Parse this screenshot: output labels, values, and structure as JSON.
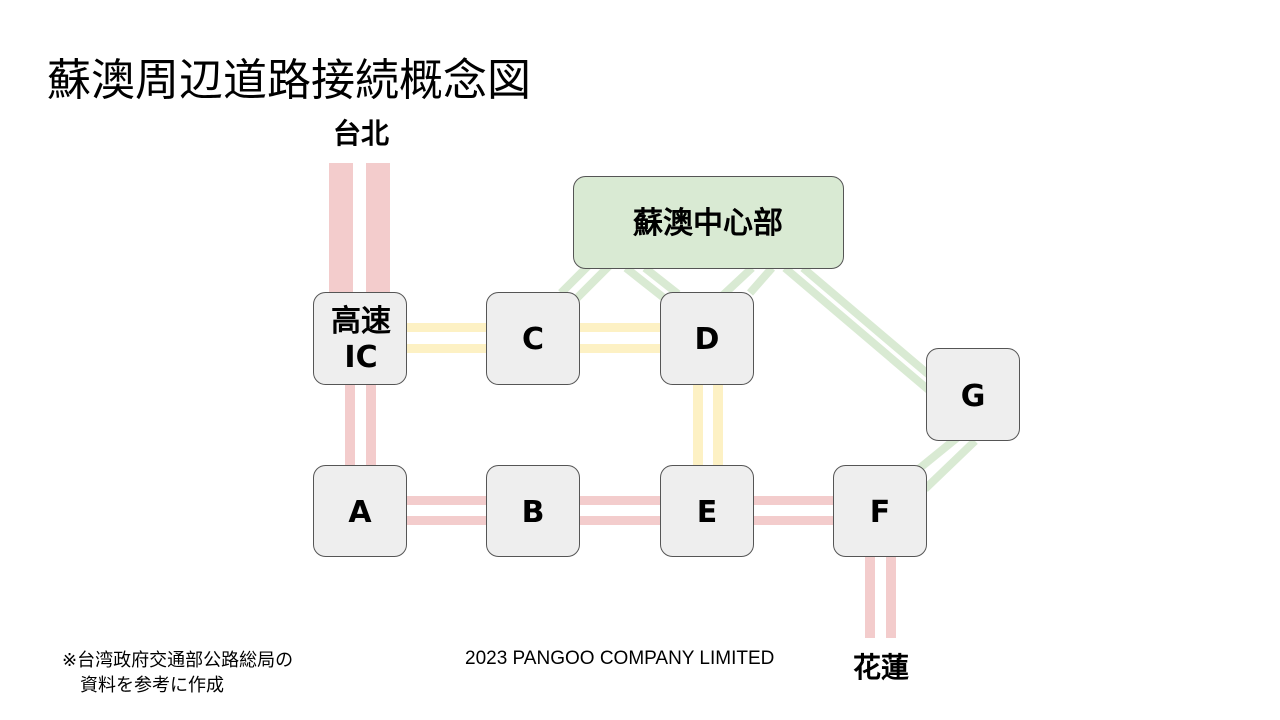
{
  "title": "蘇澳周辺道路接続概念図",
  "colors": {
    "route_red": "#f3cccc",
    "route_yellow": "#fdf1c4",
    "route_green": "#d9ead3",
    "node_fill": "#eeeeee",
    "node_stroke": "#555555",
    "center_fill": "#d9ead3"
  },
  "endpoints": {
    "north": "台北",
    "south": "花蓮"
  },
  "center": {
    "label": "蘇澳中心部"
  },
  "nodes": {
    "ic": {
      "line1": "高速",
      "line2": "IC"
    },
    "a": "A",
    "b": "B",
    "c": "C",
    "d": "D",
    "e": "E",
    "f": "F",
    "g": "G"
  },
  "note": {
    "line1": "※台湾政府交通部公路総局の",
    "line2": "資料を参考に作成"
  },
  "copyright": "2023 PANGOO COMPANY LIMITED"
}
